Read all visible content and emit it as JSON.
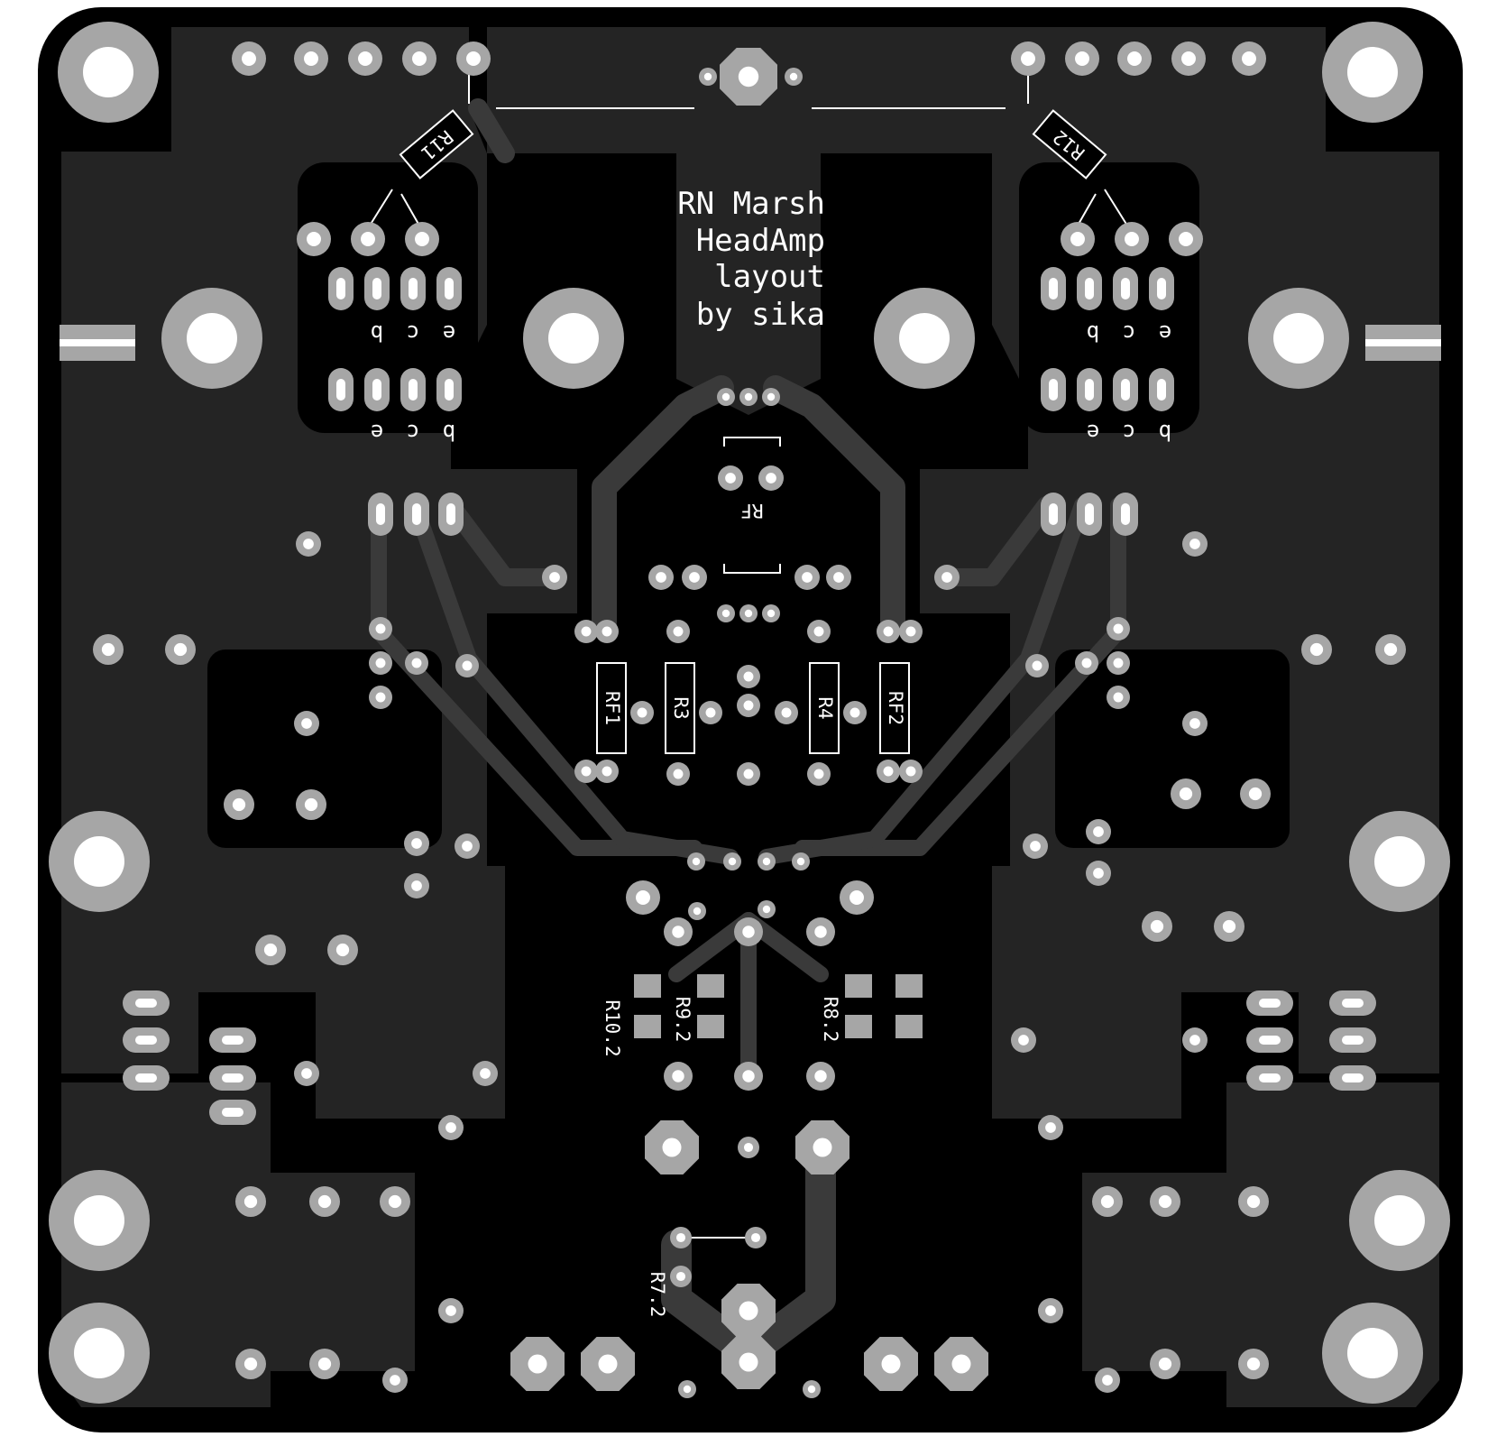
{
  "board": {
    "colors": {
      "background": "#ffffff",
      "substrate": "#000000",
      "copper_pour": "#242424",
      "trace": "#3a3a3a",
      "pad": "#a6a6a6",
      "drill": "#ffffff",
      "silkscreen": "#ffffff"
    },
    "title_lines": [
      "RN Marsh",
      "HeadAmp",
      "layout",
      "by sika"
    ],
    "refs": {
      "r11": "R11",
      "r12": "R12",
      "rf": "RF",
      "rf1": "RF1",
      "r3": "R3",
      "r4": "R4",
      "rf2": "RF2",
      "r10_2": "R10.2",
      "r9_2": "R9.2",
      "r8_2": "R8.2",
      "r7_2": "R7.2"
    },
    "pin_labels": {
      "upper_left": [
        "b",
        "c",
        "e"
      ],
      "upper_right": [
        "b",
        "c",
        "e"
      ],
      "lower_left": [
        "e",
        "c",
        "b"
      ],
      "lower_right": [
        "e",
        "c",
        "b"
      ]
    },
    "icons": {
      "mounting_hole": "mounting-hole-icon",
      "pad": "via-pad-icon"
    }
  }
}
